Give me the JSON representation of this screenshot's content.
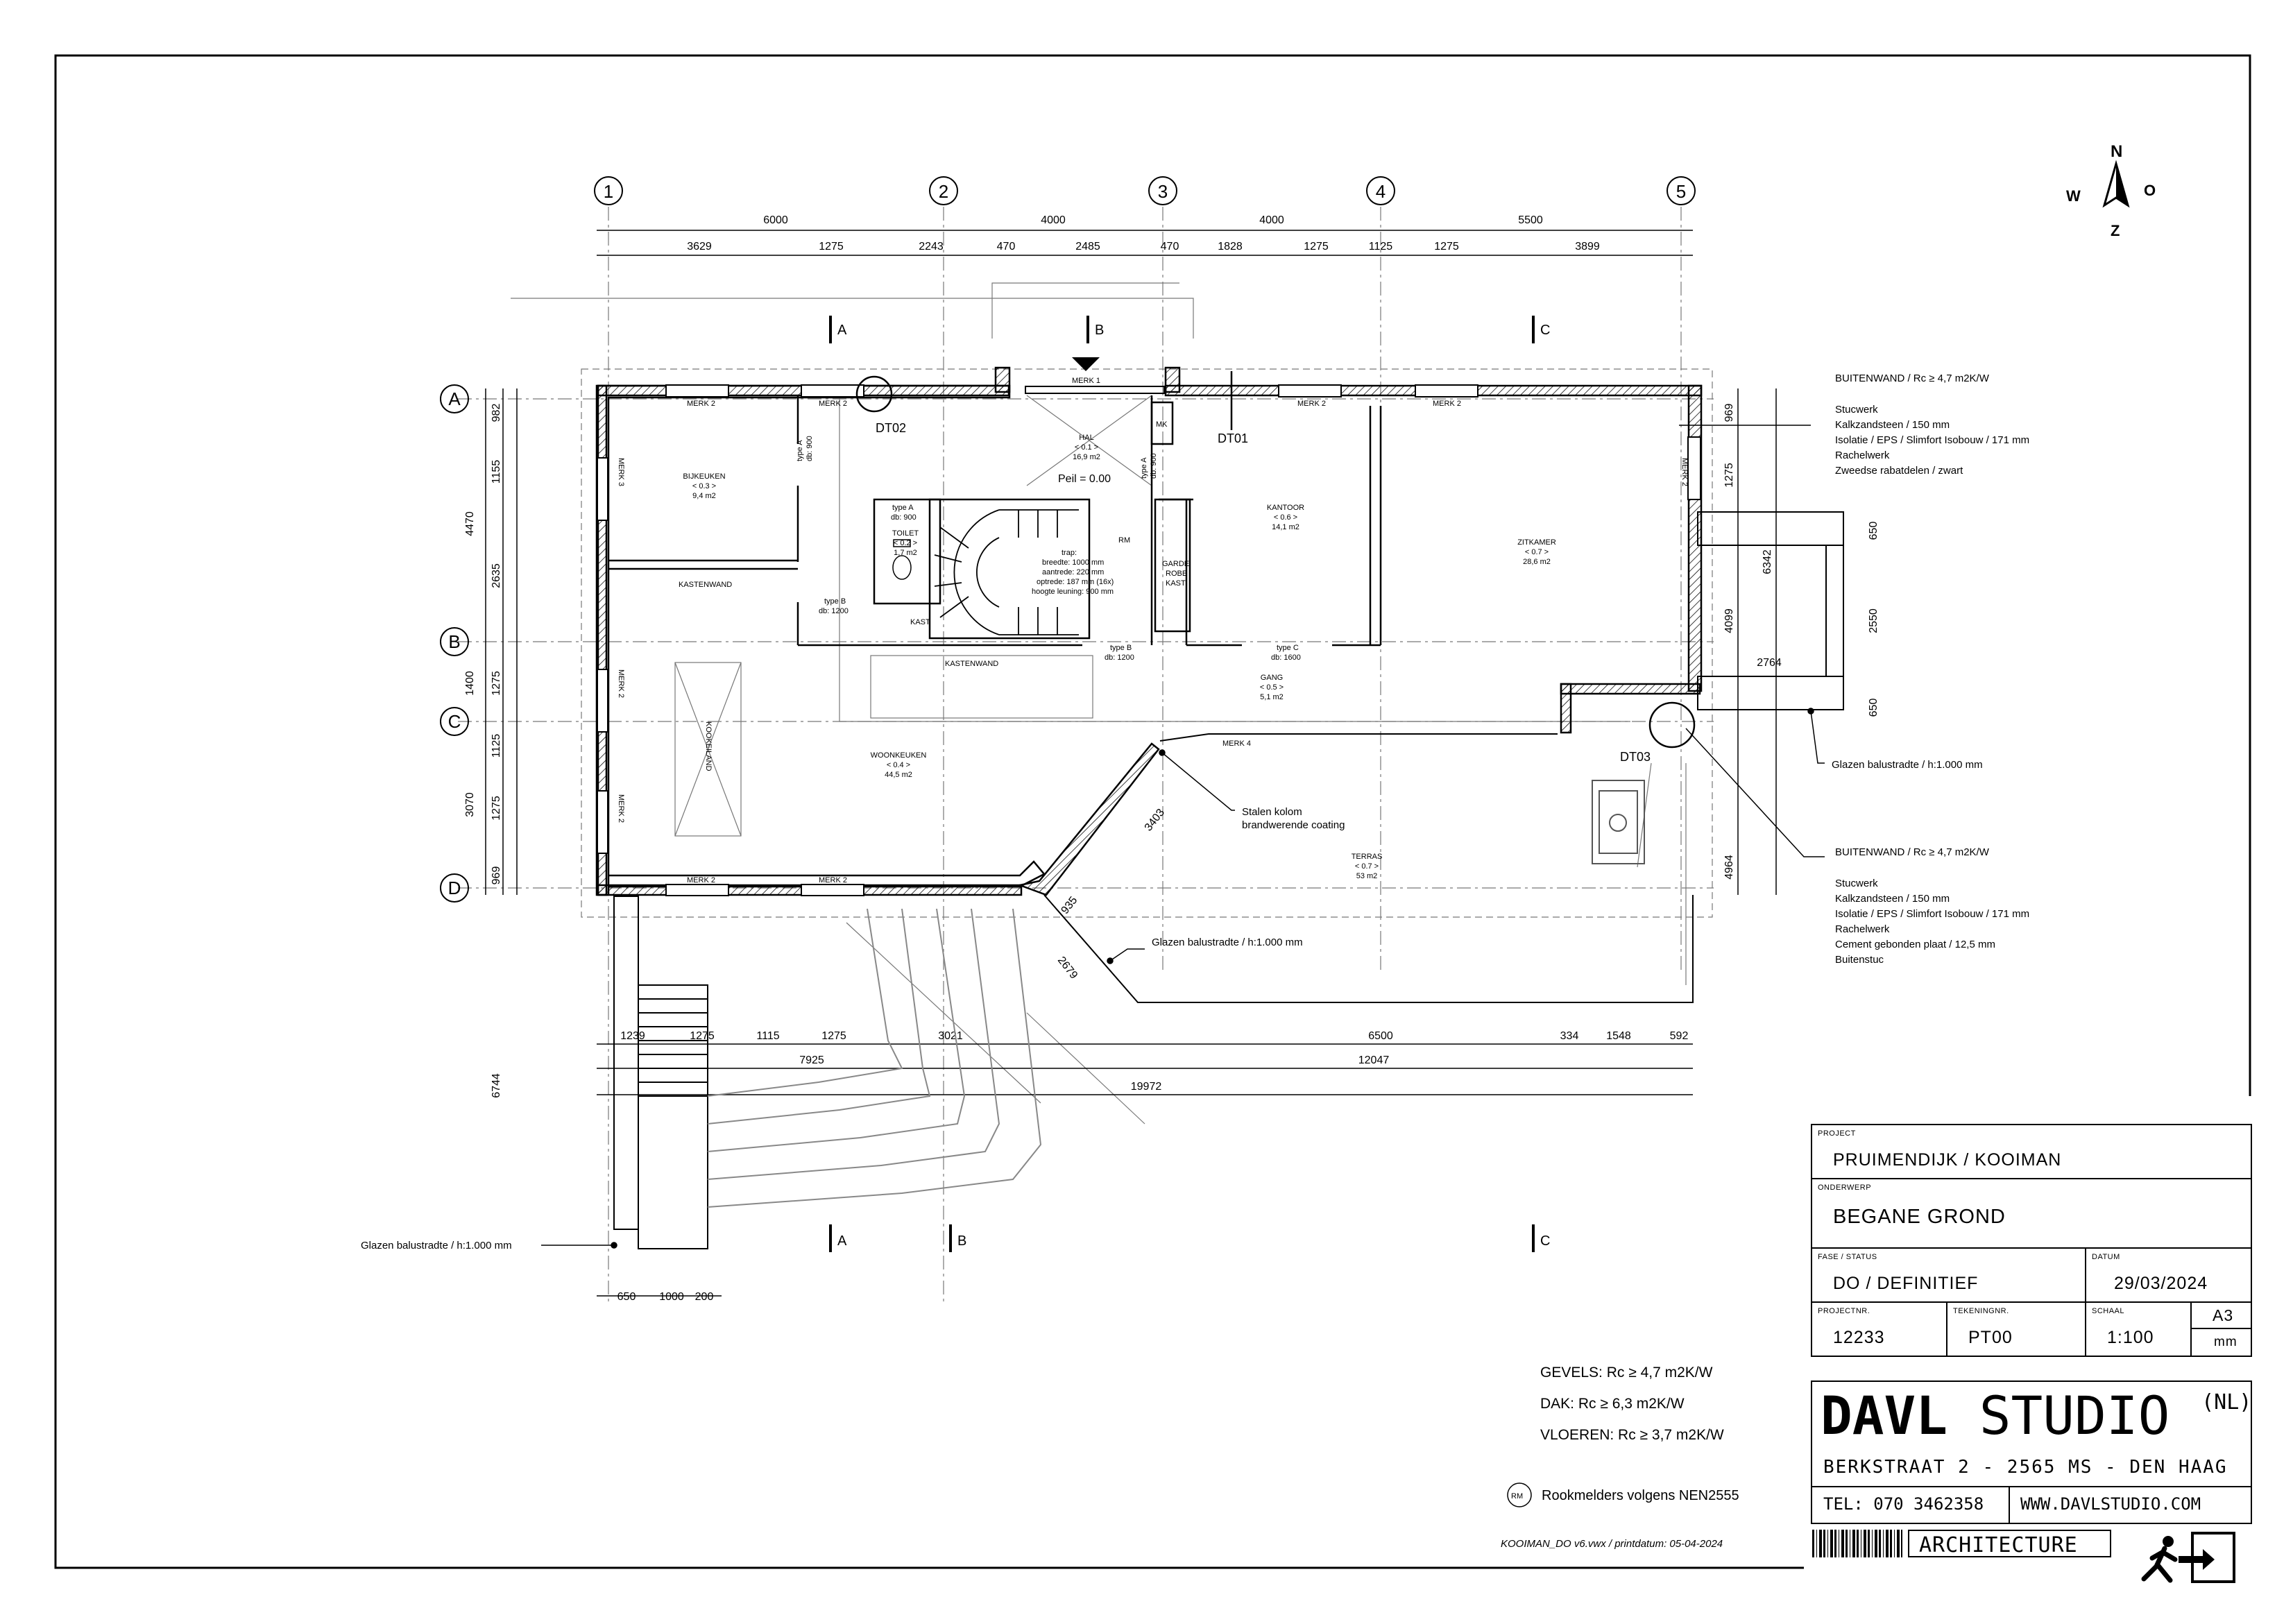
{
  "compass": {
    "n": "N",
    "e": "O",
    "s": "Z",
    "w": "W"
  },
  "grid": {
    "cols": [
      "1",
      "2",
      "3",
      "4",
      "5"
    ],
    "rows": [
      "A",
      "B",
      "C",
      "D"
    ],
    "sections": [
      "A",
      "B",
      "C"
    ]
  },
  "dims_top": {
    "overall": [
      "6000",
      "4000",
      "4000",
      "5500"
    ],
    "detail": [
      "3629",
      "1275",
      "2243",
      "470",
      "2485",
      "470",
      "1828",
      "1275",
      "1125",
      "1275",
      "3899"
    ]
  },
  "dims_left": {
    "outer": [
      "4470",
      "3070",
      "6744"
    ],
    "mid": [
      "1155",
      "2635",
      "1400",
      "1125",
      "1275"
    ],
    "inner": [
      "982",
      "1275",
      "969"
    ]
  },
  "dims_right": [
    "969",
    "1275",
    "6342",
    "4099",
    "4964"
  ],
  "dims_terrace": [
    "650",
    "2550",
    "650",
    "2764"
  ],
  "dims_bottom": {
    "row1": [
      "1239",
      "1275",
      "1115",
      "1275",
      "3021",
      "6500",
      "334",
      "1548",
      "592"
    ],
    "row2": [
      "7925",
      "12047"
    ],
    "row3": [
      "19972"
    ],
    "stair": [
      "650",
      "1000",
      "200"
    ]
  },
  "dims_diag": [
    "3403",
    "935",
    "2679"
  ],
  "rooms": [
    {
      "name": "BIJKEUKEN",
      "num": "< 0.3 >",
      "area": "9,4 m2"
    },
    {
      "name": "HAL",
      "num": "< 0.1 >",
      "area": "16,9 m2"
    },
    {
      "name": "KANTOOR",
      "num": "< 0.6 >",
      "area": "14,1 m2"
    },
    {
      "name": "ZITKAMER",
      "num": "< 0.7 >",
      "area": "28,6 m2"
    },
    {
      "name": "TOILET",
      "num": "< 0.2 >",
      "area": "1,7 m2"
    },
    {
      "name": "GANG",
      "num": "< 0.5 >",
      "area": "5,1 m2"
    },
    {
      "name": "WOONKEUKEN",
      "num": "< 0.4 >",
      "area": "44,5 m2"
    },
    {
      "name": "TERRAS",
      "num": "< 0.7 >",
      "area": "53 m2"
    }
  ],
  "plan_labels": {
    "merk1": "MERK 1",
    "merk2": "MERK 2",
    "merk3": "MERK 3",
    "merk4": "MERK 4",
    "peil": "Peil = 0.00",
    "kastenwand": "KASTENWAND",
    "kookeiland": "KOOKEILAND",
    "kast": "KAST",
    "mk": "MK",
    "garderobe": [
      "GARDE",
      "ROBE",
      "KAST"
    ],
    "rm": "RM",
    "trap": [
      "trap:",
      "breedte: 1000 mm",
      "aantrede: 220 mm",
      "optrede: 187 mm (16x)",
      "hoogte leuning: 900 mm"
    ],
    "doors": {
      "typeA900": [
        "type A",
        "db: 900"
      ],
      "typeB1200": [
        "type B",
        "db: 1200"
      ],
      "typeC1600": [
        "type C",
        "db: 1600"
      ]
    },
    "details": [
      "DT01",
      "DT02",
      "DT03"
    ],
    "kolom": [
      "Stalen kolom",
      "brandwerende coating"
    ],
    "balustrade": "Glazen balustradte / h:1.000 mm",
    "balustrade_right": "Glazen balustradte / h:1.000 mm"
  },
  "wall_spec_1": {
    "title": "BUITENWAND / Rc ≥ 4,7 m2K/W",
    "lines": [
      "Stucwerk",
      "Kalkzandsteen / 150 mm",
      "Isolatie / EPS / Slimfort Isobouw / 171 mm",
      "Rachelwerk",
      "Zweedse rabatdelen / zwart"
    ]
  },
  "wall_spec_2": {
    "title": "BUITENWAND / Rc ≥ 4,7 m2K/W",
    "lines": [
      "Stucwerk",
      "Kalkzandsteen / 150 mm",
      "Isolatie / EPS / Slimfort Isobouw / 171 mm",
      "Rachelwerk",
      "Cement gebonden plaat / 12,5 mm",
      "Buitenstuc"
    ]
  },
  "rc_values": [
    "GEVELS: Rc ≥ 4,7 m2K/W",
    "DAK: Rc ≥ 6,3 m2K/W",
    "VLOEREN: Rc ≥ 3,7 m2K/W"
  ],
  "rookmelders": "Rookmelders volgens NEN2555",
  "file_info": "KOOIMAN_DO v6.vwx  /  printdatum:  05-04-2024",
  "titleblock": {
    "project_label": "PROJECT",
    "project": "PRUIMENDIJK / KOOIMAN",
    "subject_label": "ONDERWERP",
    "subject": "BEGANE GROND",
    "phase_label": "FASE / STATUS",
    "phase": "DO / DEFINITIEF",
    "date_label": "DATUM",
    "date": "29/03/2024",
    "projnr_label": "PROJECTNR.",
    "projnr": "12233",
    "tekeningnr_label": "TEKENINGNR.",
    "tekeningnr": "PT00",
    "schaal_label": "SCHAAL",
    "schaal": "1:100",
    "format": "A3",
    "unit": "mm"
  },
  "studio": {
    "name_bold": "DAVL",
    "name_light": "STUDIO",
    "suffix": "(NL)",
    "address": "BERKSTRAAT 2 - 2565 MS - DEN HAAG",
    "tel": "TEL: 070 3462358",
    "web": "WWW.DAVLSTUDIO.COM",
    "tag": "ARCHITECTURE"
  }
}
